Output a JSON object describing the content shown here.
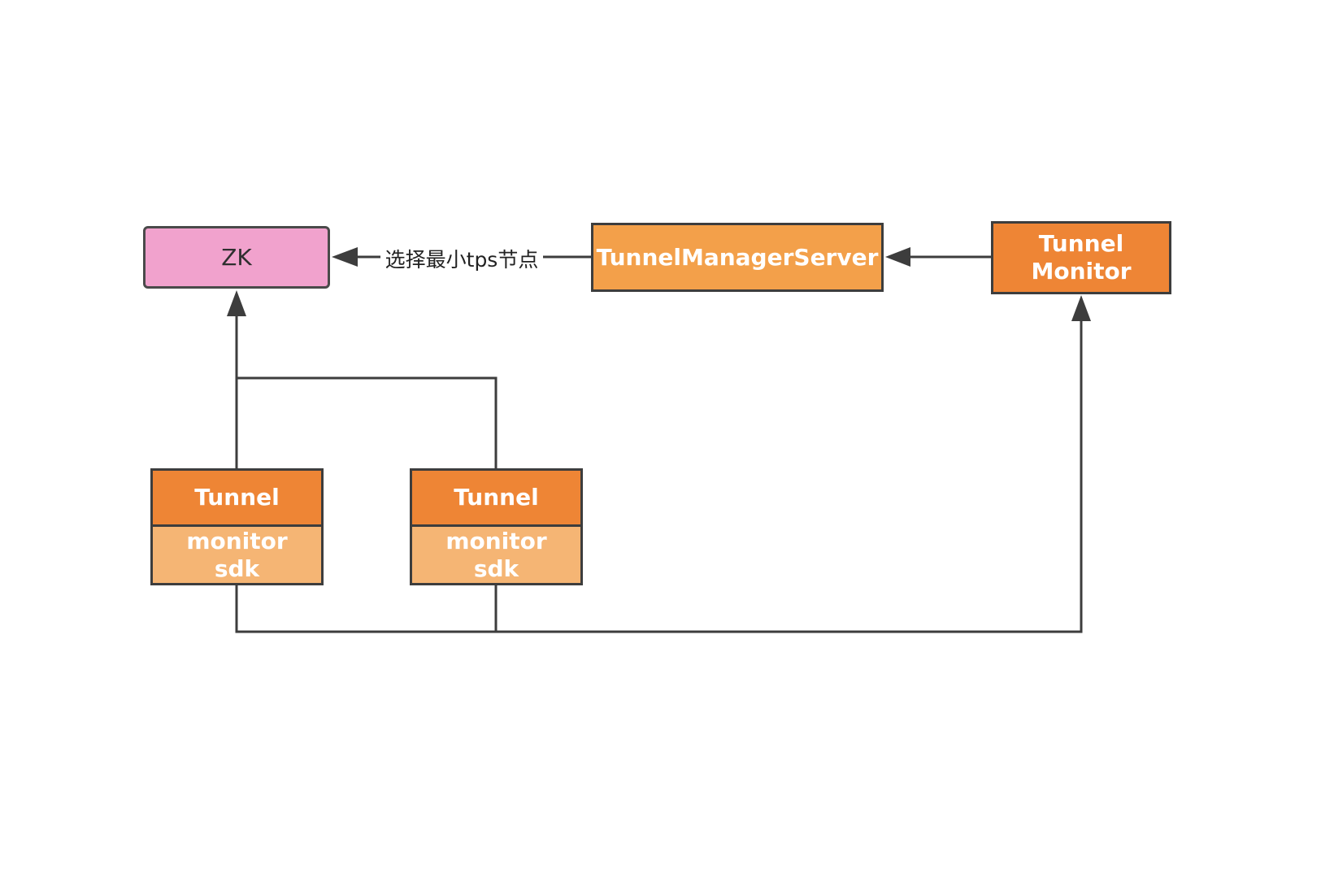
{
  "nodes": {
    "zk": {
      "label": "ZK"
    },
    "tunnel_manager_server": {
      "label": "TunnelManagerServer"
    },
    "tunnel_monitor": {
      "label": "Tunnel\nMonitor"
    },
    "tunnel_1": {
      "title": "Tunnel",
      "sub": "monitor\nsdk"
    },
    "tunnel_2": {
      "title": "Tunnel",
      "sub": "monitor\nsdk"
    }
  },
  "edges": {
    "tms_to_zk": {
      "label": "选择最小tps节点"
    }
  },
  "colors": {
    "zk_fill": "#f1a2cd",
    "server_fill": "#f3a04a",
    "monitor_fill": "#ee8535",
    "tunnel_head_fill": "#ee8535",
    "tunnel_sdk_fill": "#f5b574",
    "line": "#3d3d3d"
  }
}
